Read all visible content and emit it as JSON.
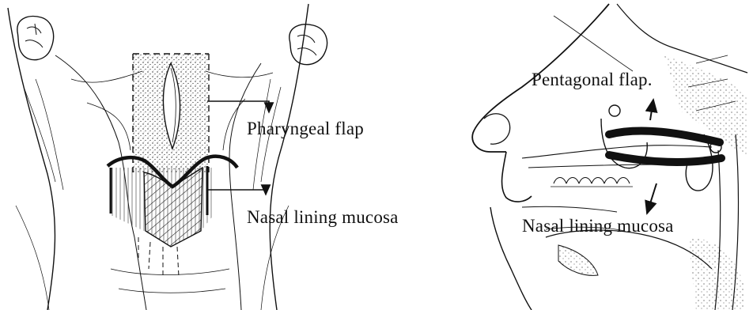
{
  "labels": {
    "pharyngeal_flap": "Pharyngeal flap",
    "nasal_lining_left": "Nasal lining mucosa",
    "pentagonal_flap": "Pentagonal flap.",
    "nasal_lining_right": "Nasal lining mucosa"
  }
}
